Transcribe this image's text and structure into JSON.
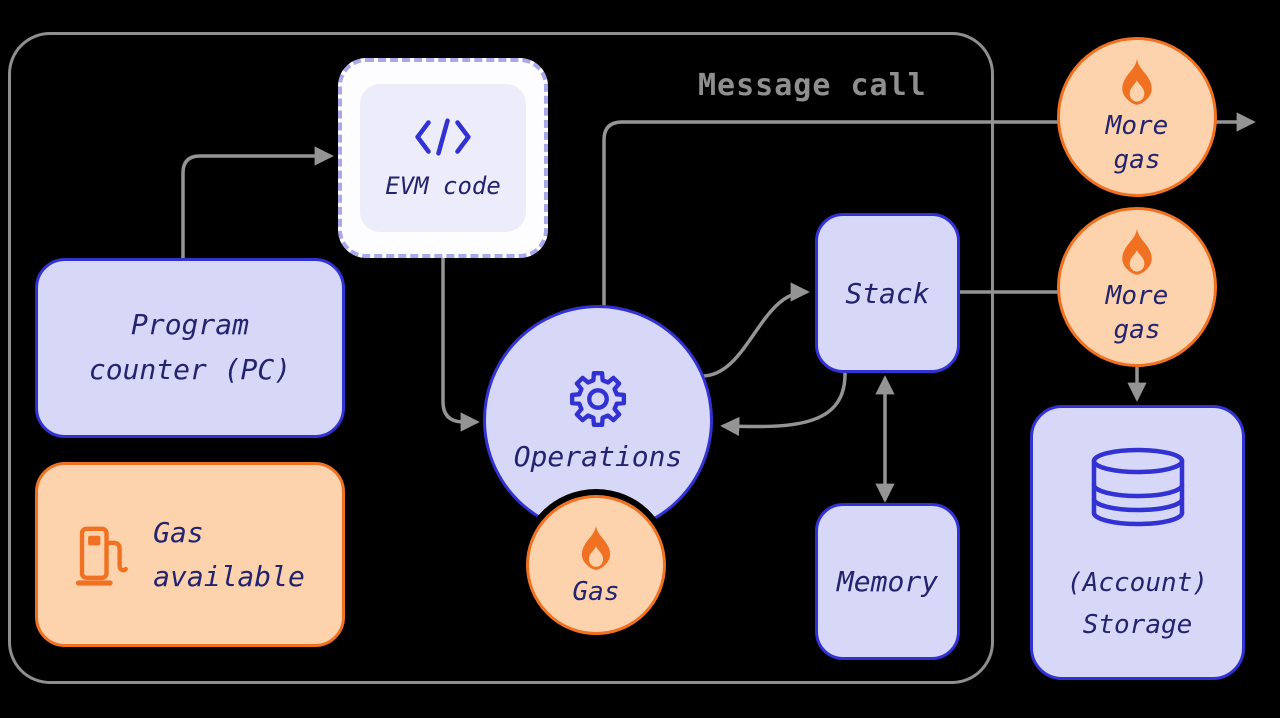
{
  "colors": {
    "background": "#000000",
    "lavender_fill": "#d7d7f8",
    "blue_border": "#3232d2",
    "peach_fill": "#fcd3ac",
    "orange_accent": "#f07122",
    "arrow_gray": "#949494",
    "frame_gray": "#8f8f8f",
    "text_navy": "#23236e"
  },
  "frame": {
    "label": "Message call"
  },
  "nodes": {
    "program_counter": {
      "label": "Program\ncounter (PC)"
    },
    "gas_available": {
      "label": "Gas\navailable",
      "icon": "gas-pump-icon"
    },
    "evm_code": {
      "label": "EVM code",
      "icon": "code-icon"
    },
    "operations": {
      "label": "Operations",
      "icon": "gear-icon"
    },
    "gas": {
      "label": "Gas",
      "icon": "flame-icon"
    },
    "stack": {
      "label": "Stack"
    },
    "memory": {
      "label": "Memory"
    },
    "more_gas_top": {
      "label": "More\ngas",
      "icon": "flame-icon"
    },
    "more_gas_mid": {
      "label": "More\ngas",
      "icon": "flame-icon"
    },
    "account_storage": {
      "label": "(Account)\nStorage",
      "icon": "database-icon"
    }
  },
  "edges": [
    {
      "from": "program_counter",
      "to": "evm_code"
    },
    {
      "from": "evm_code",
      "to": "operations"
    },
    {
      "from": "operations",
      "to": "outside-right",
      "via": "more_gas_top"
    },
    {
      "from": "operations",
      "to": "stack"
    },
    {
      "from": "stack",
      "to": "operations"
    },
    {
      "from": "stack",
      "to": "memory",
      "bidirectional": true
    },
    {
      "from": "stack",
      "to": "account_storage",
      "via": "more_gas_mid"
    }
  ]
}
